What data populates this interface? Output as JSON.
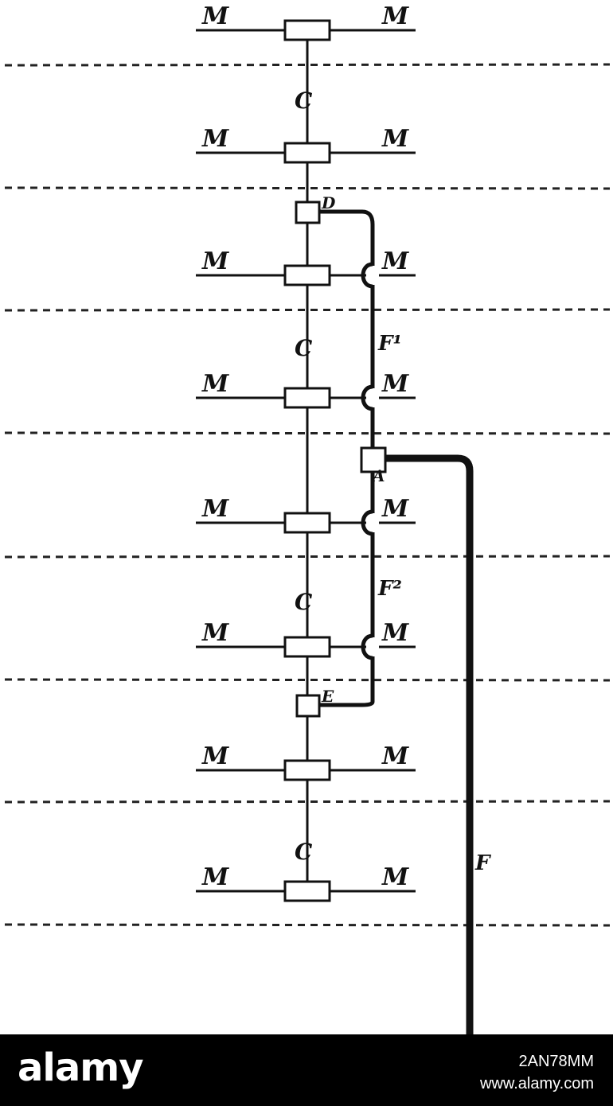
{
  "labels": {
    "conductor": "C",
    "floor_main": "M",
    "riser_top": "D",
    "junction": "A",
    "riser_bottom": "E",
    "branch_upper": "F¹",
    "branch_lower": "F²",
    "feeder": "F"
  },
  "watermark": {
    "logo": "alamy",
    "image_id": "2AN78MM",
    "url": "www.alamy.com"
  }
}
